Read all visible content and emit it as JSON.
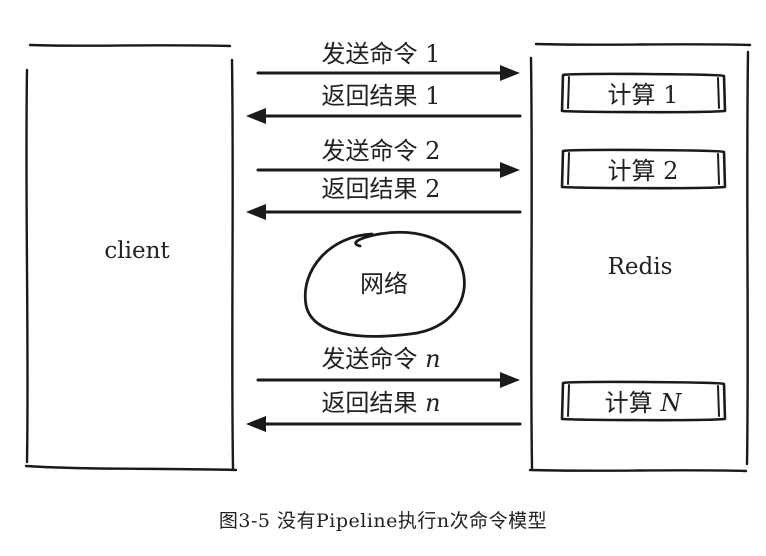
{
  "diagram": {
    "client_label": "client",
    "server_label": "Redis",
    "network_label": "网络",
    "exchanges": [
      {
        "send": "发送命令 1",
        "send_n": "",
        "receive": "返回结果 1",
        "receive_n": "",
        "compute": "计算 1",
        "compute_n": ""
      },
      {
        "send": "发送命令 2",
        "send_n": "",
        "receive": "返回结果 2",
        "receive_n": "",
        "compute": "计算 2",
        "compute_n": ""
      },
      {
        "send": "发送命令 ",
        "send_n": "n",
        "receive": "返回结果 ",
        "receive_n": "n",
        "compute": "计算 ",
        "compute_n": "N"
      }
    ]
  },
  "caption": "图3-5    没有Pipeline执行n次命令模型"
}
